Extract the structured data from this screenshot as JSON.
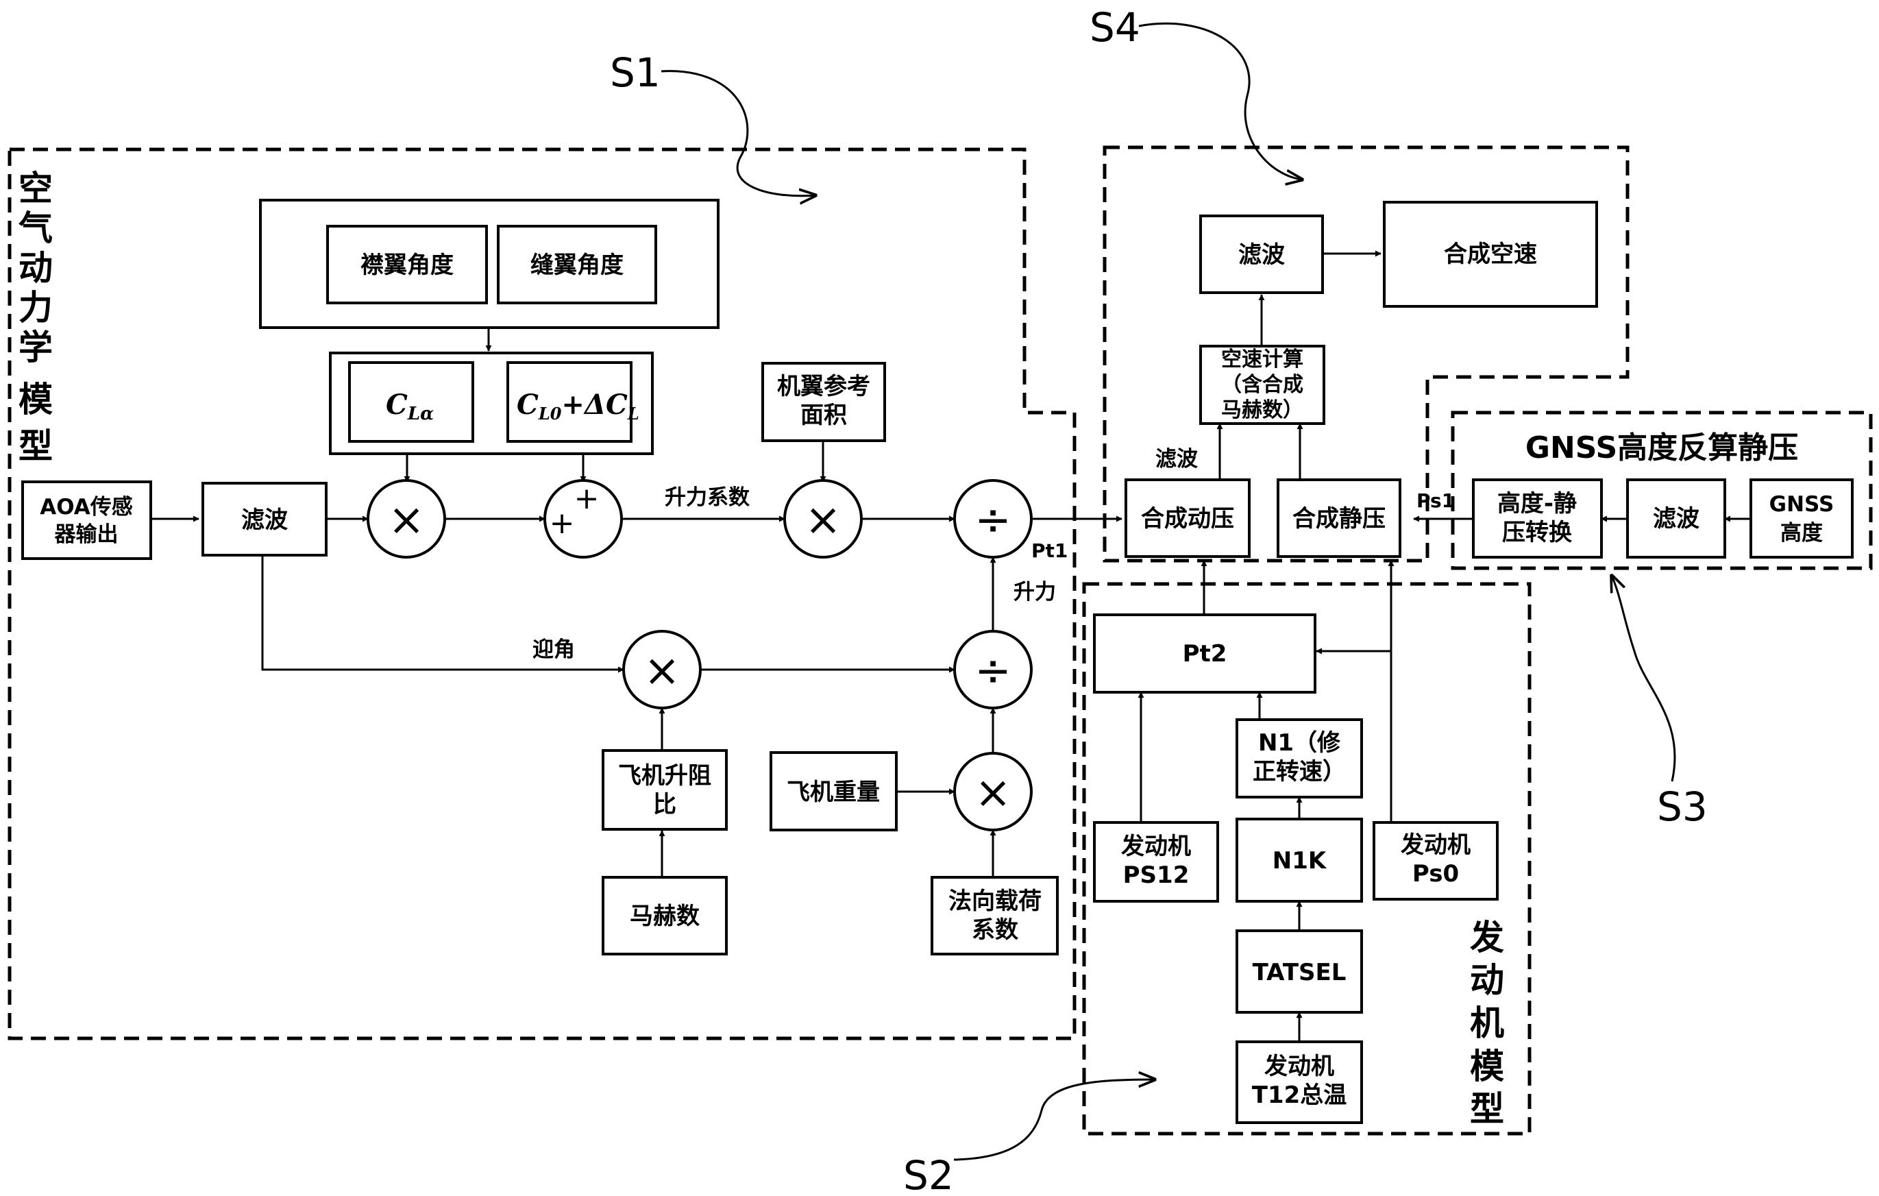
{
  "sections": {
    "s1": "S1",
    "s2": "S2",
    "s3": "S3",
    "s4": "S4"
  },
  "aero_model_title": [
    "空",
    "气",
    "动",
    "力",
    "学",
    "模",
    "型"
  ],
  "engine_model_title": [
    "发",
    "动",
    "机",
    "模",
    "型"
  ],
  "gnss_panel_title": "GNSS高度反算静压",
  "boxes": {
    "flap_angle": "襟翼角度",
    "slat_angle": "缝翼角度",
    "cl_alpha": "C",
    "cl_alpha_sub": "Lα",
    "cl0": "C",
    "cl0_sub": "L0",
    "cl0_plus": "+ΔC",
    "cl0_plus_sub": "L",
    "aoa_sensor": [
      "AOA传感",
      "器输出"
    ],
    "filter_aero": "滤波",
    "wing_area": [
      "机翼参考",
      "面积"
    ],
    "lift_drag": [
      "飞机升阻",
      "比"
    ],
    "mach": "马赫数",
    "weight": "飞机重量",
    "load_factor": [
      "法向载荷",
      "系数"
    ],
    "filter_top": "滤波",
    "synth_airspeed": "合成空速",
    "airspeed_calc": [
      "空速计算",
      "（含合成",
      "马赫数）"
    ],
    "synth_dyn_pressure": "合成动压",
    "synth_static_pressure": "合成静压",
    "alt_to_pressure": [
      "高度-静",
      "压转换"
    ],
    "filter_gnss": "滤波",
    "gnss_alt": [
      "GNSS",
      "高度"
    ],
    "pt2": "Pt2",
    "n1": [
      "N1（修",
      "正转速）"
    ],
    "engine_ps12": [
      "发动机",
      "PS12"
    ],
    "n1k": "N1K",
    "engine_ps0": [
      "发动机",
      "Ps0"
    ],
    "tatsel": "TATSEL",
    "engine_t12": [
      "发动机",
      "T12总温"
    ]
  },
  "operators": {
    "mult": "×",
    "div": "÷",
    "plus": "+"
  },
  "wire_labels": {
    "lift_coefficient": "升力系数",
    "angle_of_attack": "迎角",
    "lift": "升力",
    "pt1": "Pt1",
    "ps1": "Ps1",
    "filter_label": "滤波"
  }
}
